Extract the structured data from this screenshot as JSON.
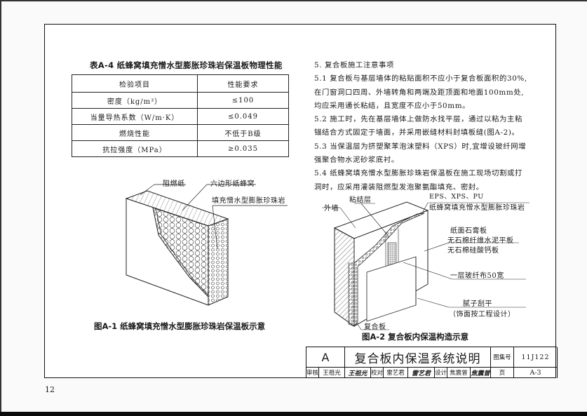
{
  "page_number": "12",
  "table_a4": {
    "title": "表A-4  纸蜂窝填充憎水型膨胀珍珠岩保温板物理性能",
    "headers": [
      "检验项目",
      "性能要求"
    ],
    "rows": [
      [
        "密度（kg/m³）",
        "≤100"
      ],
      [
        "当量导热系数（W/m·K）",
        "≤0.049"
      ],
      [
        "燃烧性能",
        "不低于B级"
      ],
      [
        "抗拉强度（MPa）",
        "≥0.035"
      ]
    ]
  },
  "notes": {
    "heading": "5.  复合板施工注意事项",
    "lines": [
      "5.1  复合板与基层墙体的粘贴面积不应小于复合板面积的30%,",
      "在门窗洞口四周、外墙转角和两端及距顶面和地面100mm处,",
      "均应采用通长粘结，且宽度不应小于50mm。",
      "5.2  施工时，先在基层墙体上做防水找平层，通过以粘为主粘",
      "锚结合方式固定于墙面，并采用嵌缝材料封填板缝(图A-2)。",
      "5.3  当保温层为挤塑聚苯泡沫塑料（XPS）时,宜增设玻纤网增",
      "强聚合物水泥砂浆底衬。",
      "5.4  纸蜂窝填充憎水型膨胀珍珠岩保温板在施工现场切割或打",
      "洞时，应采用灌装阻燃型发泡聚氨酯填充、密封。"
    ]
  },
  "figure_a1": {
    "caption": "图A-1    纸蜂窝填充憎水型膨胀珍珠岩保温板示意",
    "labels": {
      "fire_paper": "阻燃纸",
      "honeycomb": "六边形纸蜂窝",
      "filler": "填充憎水型膨胀珍珠岩"
    }
  },
  "figure_a2": {
    "caption": "图A-2  复合板内保温构造示意",
    "labels": {
      "outer_wall": "外墙",
      "adhesive": "粘结层",
      "insulation_types": "EPS、XPS、PU",
      "insulation_honeycomb": "纸蜂窝填充憎水型膨胀珍珠岩",
      "board_1": "纸面石膏板",
      "board_2": "无石棉纤维水泥平板",
      "board_3": "无石棉硅酸钙板",
      "fiberglass": "一层玻纤布50宽",
      "putty": "腻子刮平",
      "finish": "（饰面按工程设计）",
      "composite": "复合板"
    }
  },
  "title_block": {
    "section": "A",
    "title": "复合板内保温系统说明",
    "atlas_label": "图集号",
    "atlas_no": "11J122",
    "review_label": "审核",
    "reviewer": "王祖光",
    "reviewer_sig": "王祖光",
    "check_label": "校对",
    "checker": "雷艺君",
    "checker_sig": "雷艺君",
    "design_label": "设计",
    "designer": "焦震曾",
    "designer_sig": "焦震曾",
    "page_label": "页",
    "page_no": "A-3"
  }
}
